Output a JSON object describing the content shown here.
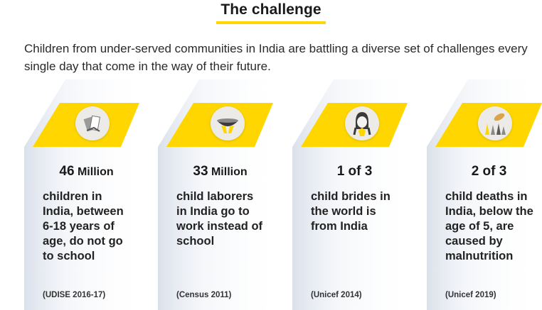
{
  "heading": {
    "title": "The challenge"
  },
  "intro": {
    "text": "Children from under-served communities in India are battling a diverse set of challenges every single day that come in the way of their future."
  },
  "colors": {
    "accent": "#ffd600",
    "text": "#1a1a1a",
    "shade": "#dfe4ee"
  },
  "cards": [
    {
      "icon": "books-icon",
      "stat_number": "46",
      "stat_unit": "Million",
      "description": "children in India, between 6-18 years of age, do not go to school",
      "source": "(UDISE 2016-17)"
    },
    {
      "icon": "bowl-hands-icon",
      "stat_number": "33",
      "stat_unit": "Million",
      "description": "child laborers in India go to work instead of school",
      "source": "(Census 2011)"
    },
    {
      "icon": "girl-icon",
      "stat_number": "1 of 3",
      "stat_unit": "",
      "description": "child brides in the world is from India",
      "source": "(Unicef 2014)"
    },
    {
      "icon": "bread-hands-icon",
      "stat_number": "2 of 3",
      "stat_unit": "",
      "description": "child deaths in India, below the age of 5, are caused by malnutrition",
      "source": "(Unicef 2019)"
    }
  ]
}
